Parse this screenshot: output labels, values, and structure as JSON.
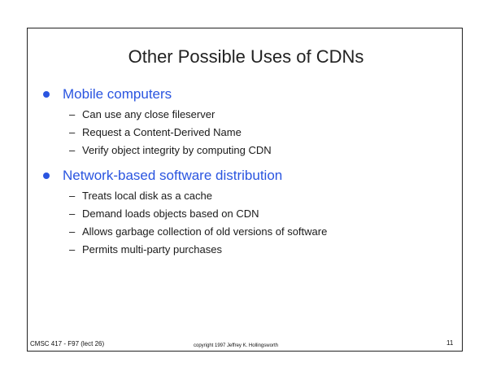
{
  "slide": {
    "title": "Other Possible Uses of CDNs",
    "accent_color": "#2a55e0",
    "sections": [
      {
        "heading": "Mobile computers",
        "items": [
          "Can use any close fileserver",
          "Request a Content-Derived Name",
          "Verify object integrity by computing CDN"
        ]
      },
      {
        "heading": "Network-based software distribution",
        "items": [
          "Treats local disk as a cache",
          "Demand loads objects based on CDN",
          "Allows garbage collection of old versions of software",
          "Permits multi-party purchases"
        ]
      }
    ],
    "dash_glyph": "–"
  },
  "footer": {
    "course": "CMSC 417 - F97  (lect 26)",
    "copyright": "copyright 1997 Jeffrey K. Hollingsworth",
    "page_number": "11"
  }
}
